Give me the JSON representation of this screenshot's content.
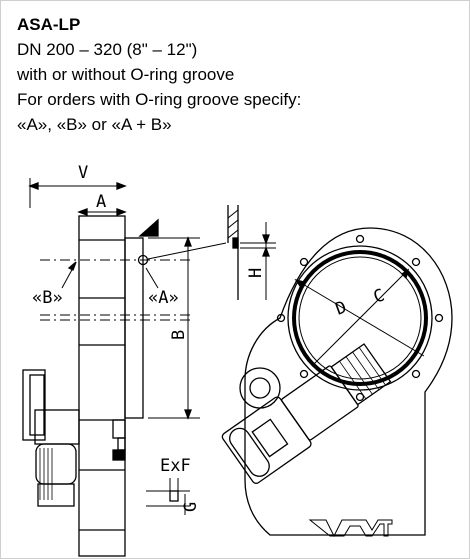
{
  "header": {
    "title": "ASA-LP",
    "lines": [
      "DN 200 – 320 (8\" – 12\")",
      "with or without O-ring groove",
      "For orders with O-ring groove specify:",
      "«A», «B» or «A + B»"
    ]
  },
  "drawing": {
    "labels": {
      "v": "V",
      "a": "A",
      "h": "H",
      "b": "B",
      "d": "D",
      "c": "C",
      "exf": "ExF",
      "g": "G",
      "groove_b": "«B»",
      "groove_a": "«A»",
      "logo": "VAT"
    }
  }
}
